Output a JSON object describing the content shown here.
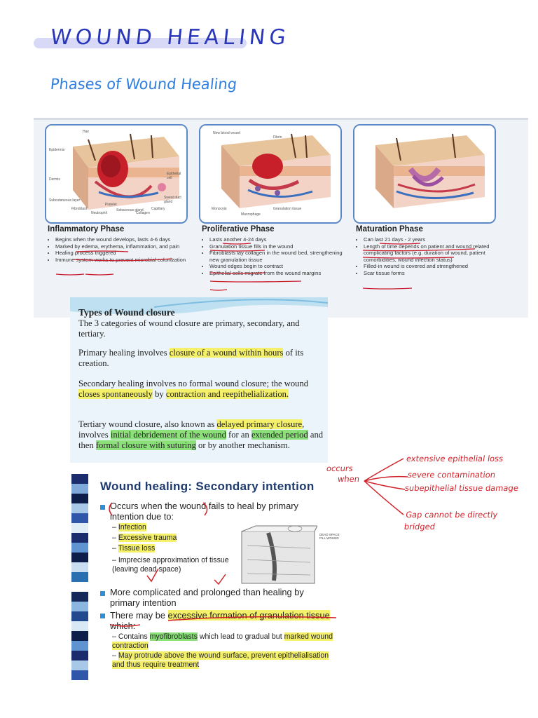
{
  "heading": {
    "title": "WOUND HEALING",
    "subtitle": "Phases of Wound Healing"
  },
  "phases": [
    {
      "name": "Inflammatory Phase",
      "labels": [
        "Hair",
        "Epidermis",
        "Dermis",
        "Subcutaneous layer",
        "Fibroblast",
        "Neutrophil",
        "Platelet",
        "Sebaceous gland",
        "Collagen",
        "Capillary",
        "Sweat duct gland",
        "Epithelial cell"
      ],
      "bullets": [
        "Begins when the wound develops, lasts 4-6 days",
        "Marked by edema, erythema, inflammation, and pain",
        "Healing process triggered",
        "Immune system works to prevent microbial colonization"
      ]
    },
    {
      "name": "Proliferative Phase",
      "labels": [
        "New blood vessel",
        "Fibrin",
        "Monocyte",
        "Macrophage",
        "Granulation tissue"
      ],
      "bullets": [
        "Lasts another 4-24 days",
        "Granulation tissue fills in the wound",
        "Fibroblasts lay collagen in the wound bed, strengthening new granulation tissue",
        "Wound edges begin to contract",
        "Epithelial cells migrate from the wound margins"
      ]
    },
    {
      "name": "Maturation Phase",
      "labels": [],
      "bullets": [
        "Can last 21 days - 2 years",
        "Length of time depends on patient and wound related complicating factors (e.g. duration of wound, patient comorbidities, wound infection status)",
        "Filled-in wound is covered and strengthened",
        "Scar tissue forms"
      ]
    }
  ],
  "closure": {
    "title": "Types of Wound closure",
    "intro": "The 3 categories of wound closure are primary, secondary, and tertiary.",
    "primary": {
      "before": "Primary healing involves ",
      "hl": "closure of a wound within hours",
      "after": " of its creation."
    },
    "secondary": {
      "p1": "Secondary healing involves no formal wound closure; the wound ",
      "hl1": "closes spontaneously",
      "p2": " by ",
      "hl2": "contraction and reepithelialization."
    },
    "tertiary": {
      "p1": "Tertiary wound closure, also known as ",
      "hl1": "delayed primary closure",
      "p2": ", involves ",
      "hl2": "initial debridement of the wound",
      "p3": " for an ",
      "hl3": "extended period",
      "p4": " and then ",
      "hl4": "formal closure with suturing",
      "p5": " or by another mechanism."
    }
  },
  "secondary_intention": {
    "title": "Wound healing: Secondary intention",
    "b1": "Occurs when the wound fails to heal by primary intention due to:",
    "subs": [
      "Infection",
      "Excessive trauma",
      "Tissue loss",
      "Imprecise approximation of tissue (leaving dead space)"
    ],
    "b2": "More complicated and prolonged than healing by primary intention",
    "b3_before": "There may be ",
    "b3_hl": "excessive formation of granulation tissue",
    "b3_after": " which:",
    "subs2": [
      {
        "p1": "Contains ",
        "hl1": "myofibroblasts",
        "p2": " which lead to gradual but ",
        "hl2": "marked wound contraction"
      },
      {
        "p1": "May protrude above the wound surface, prevent epithelialisation and thus require treatment"
      }
    ],
    "diagram_label": "DEAD SPACE FILL WOUND"
  },
  "annotations": {
    "occurs": "occurs",
    "when": "when",
    "branches": [
      "extensive epithelial loss",
      "severe contamination",
      "subepithelial tissue damage",
      "Gap cannot be directly bridged"
    ]
  },
  "colors": {
    "title_ink": "#2a36b8",
    "subtitle_ink": "#2f7fe0",
    "red_ink": "#d1222a",
    "highlight_yellow": "#f4f06a",
    "highlight_green": "#8ce07a"
  }
}
